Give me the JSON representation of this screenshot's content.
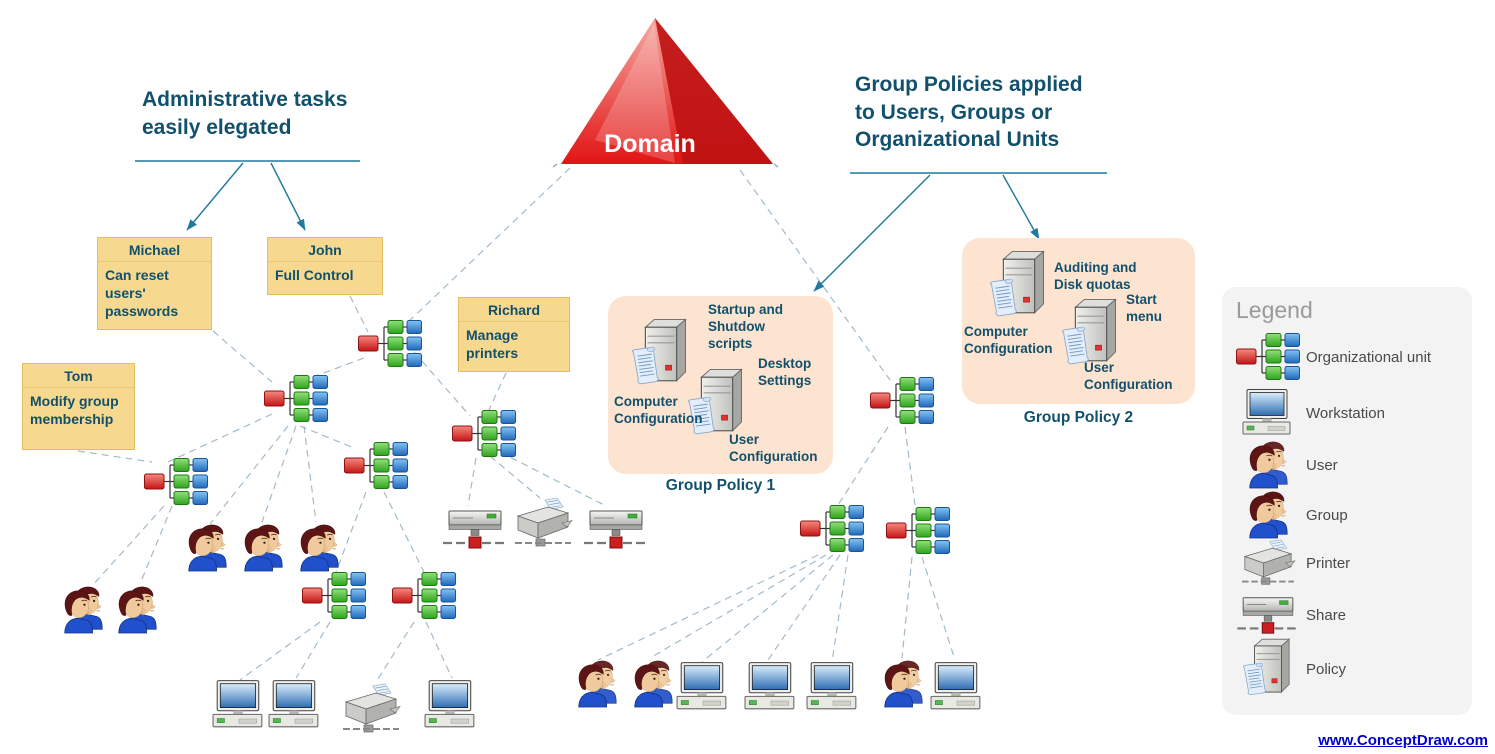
{
  "texts": {
    "admin_headline": "Administrative tasks\neasily elegated",
    "gp_headline": "Group Policies applied\nto Users, Groups or\nOrganizational Units",
    "domain_label": "Domain",
    "watermark": "www.ConceptDraw.com"
  },
  "notes": [
    {
      "title": "Michael",
      "body": "Can reset\nusers'\npasswords"
    },
    {
      "title": "John",
      "body": "Full Control"
    },
    {
      "title": "Tom",
      "body": "Modify group\nmembership"
    },
    {
      "title": "Richard",
      "body": "Manage\nprinters"
    }
  ],
  "group_policies": [
    {
      "caption": "Group Policy 1",
      "labels": {
        "scripts": "Startup and\nShutdow\nscripts",
        "desktop": "Desktop\nSettings",
        "computer": "Computer\nConfiguration",
        "user": "User\nConfiguration"
      }
    },
    {
      "caption": "Group Policy 2",
      "labels": {
        "auditing": "Auditing and\nDisk quotas",
        "start_menu": "Start\nmenu",
        "computer": "Computer\nConfiguration",
        "user": "User\nConfiguration"
      }
    }
  ],
  "legend": {
    "title": "Legend",
    "items": [
      {
        "icon": "organizational-unit-icon",
        "label": "Organizational unit"
      },
      {
        "icon": "workstation-icon",
        "label": "Workstation"
      },
      {
        "icon": "user-icon",
        "label": "User"
      },
      {
        "icon": "group-icon",
        "label": "Group"
      },
      {
        "icon": "printer-icon",
        "label": "Printer"
      },
      {
        "icon": "share-icon",
        "label": "Share"
      },
      {
        "icon": "policy-icon",
        "label": "Policy"
      }
    ]
  },
  "colors": {
    "headline_text": "#12506b",
    "note_fill": "#f6d88e",
    "gp_box_fill": "#fce4d0",
    "connector_dashed": "#9db7c9",
    "arrow_teal": "#1e7a9e",
    "pyramid_red": "#e11414",
    "ou_red": "#d42020",
    "ou_green": "#3fae2a",
    "ou_blue": "#2b7ccc",
    "legend_title": "#9a9a9a",
    "watermark_blue": "#0000cc"
  }
}
